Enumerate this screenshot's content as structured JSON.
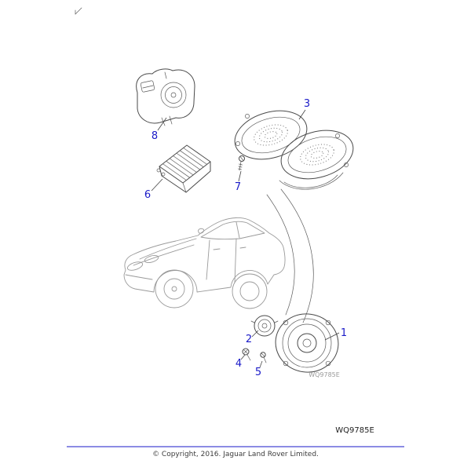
{
  "diagram": {
    "doc_code": "WQ9785E",
    "watermark": "WQ9785E",
    "copyright": "© Copyright, 2016. Jaguar Land Rover Limited.",
    "callouts": [
      {
        "label": "1"
      },
      {
        "label": "2"
      },
      {
        "label": "3"
      },
      {
        "label": "4"
      },
      {
        "label": "5"
      },
      {
        "label": "6"
      },
      {
        "label": "7"
      },
      {
        "label": "8"
      }
    ],
    "colors": {
      "callout": "#1a1ac8",
      "rule": "#1a1ac8",
      "line_art": "#4a4a4a",
      "car_line": "#9a9a9a"
    }
  }
}
